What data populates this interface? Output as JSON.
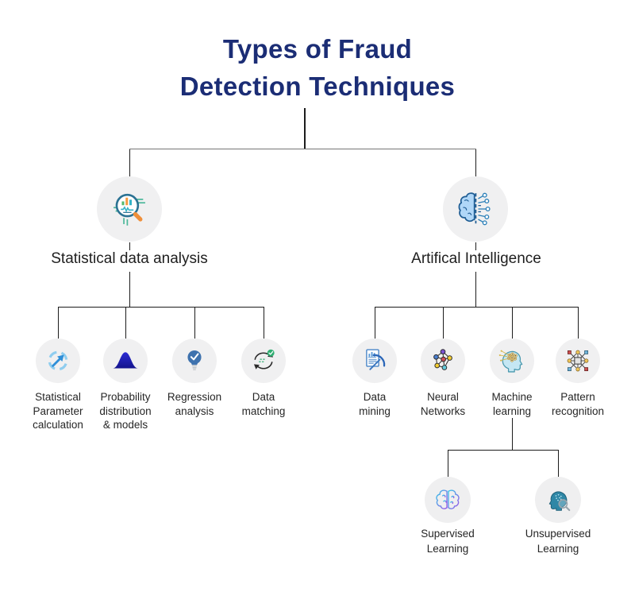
{
  "title": "Types of Fraud\nDetection Techniques",
  "colors": {
    "title": "#1b2d75",
    "node_background": "#f0f0f1",
    "connector": "#1c1c1c",
    "root_connector": "#757575",
    "check_green": "#2fae72",
    "accent_blue": "#2f8fd8",
    "bell_navy": "#1f1fb4"
  },
  "tree": {
    "left": {
      "label": "Statistical data analysis",
      "icon": "magnifier-chart-icon",
      "children": [
        {
          "label": "Statistical\nParameter\ncalculation",
          "icon": "growth-arrow-icon"
        },
        {
          "label": "Probability\ndistribution\n& models",
          "icon": "bell-curve-icon"
        },
        {
          "label": "Regression\nanalysis",
          "icon": "lightbulb-check-icon"
        },
        {
          "label": "Data\nmatching",
          "icon": "sync-check-icon"
        }
      ]
    },
    "right": {
      "label": "Artifical Intelligence",
      "icon": "brain-circuit-icon",
      "children": [
        {
          "label": "Data\nmining",
          "icon": "data-mining-icon"
        },
        {
          "label": "Neural\nNetworks",
          "icon": "neural-network-icon"
        },
        {
          "label": "Machine\nlearning",
          "icon": "head-machine-learning-icon",
          "children": [
            {
              "label": "Supervised\nLearning",
              "icon": "brain-gradient-icon"
            },
            {
              "label": "Unsupervised\nLearning",
              "icon": "head-magnifier-icon"
            }
          ]
        },
        {
          "label": "Pattern\nrecognition",
          "icon": "pattern-nodes-icon"
        }
      ]
    }
  }
}
